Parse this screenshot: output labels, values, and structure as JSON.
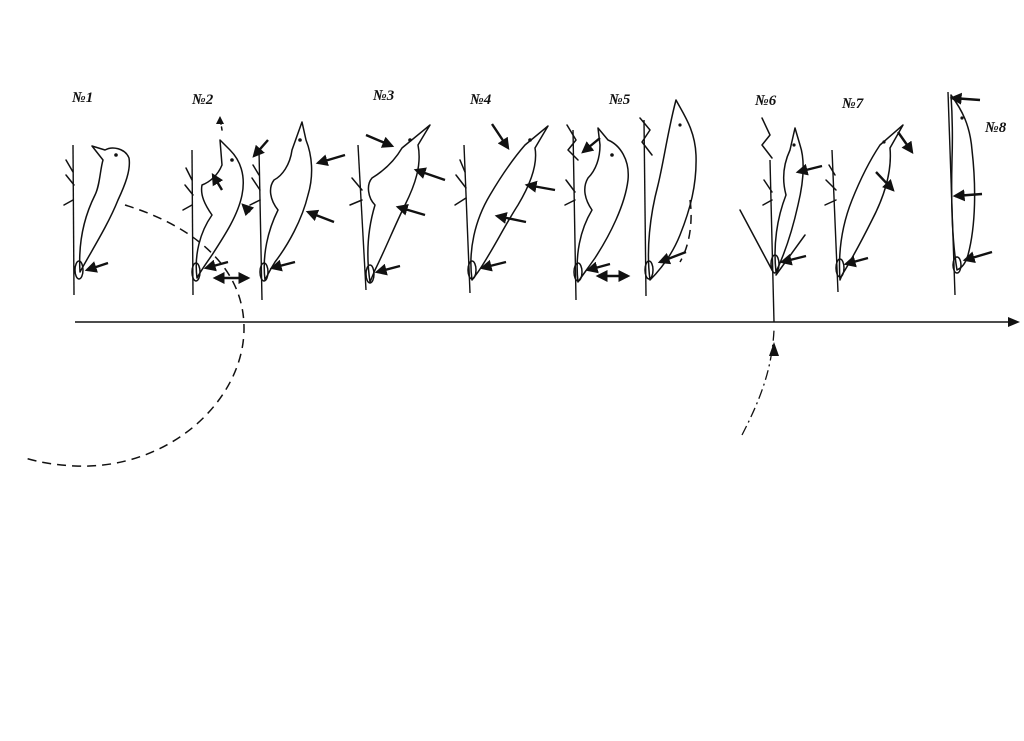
{
  "labels": [
    "№1",
    "№2",
    "№3",
    "№4",
    "№5",
    "№6",
    "№7",
    "№8"
  ],
  "colors": {
    "ink": "#111111",
    "paper": "#ffffff"
  }
}
